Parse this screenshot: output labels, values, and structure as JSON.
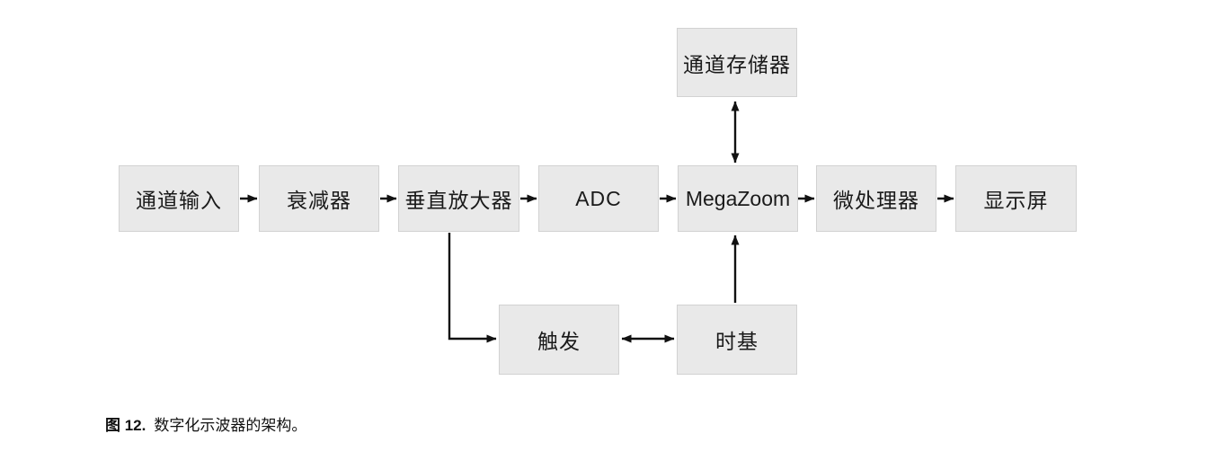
{
  "figure": {
    "caption_label": "图 12.",
    "caption_text": "数字化示波器的架构。"
  },
  "nodes": {
    "channel_input": {
      "label": "通道输入"
    },
    "attenuator": {
      "label": "衰减器"
    },
    "vertical_amplifier": {
      "label": "垂直放大器"
    },
    "adc": {
      "label": "ADC"
    },
    "megazoom": {
      "label": "MegaZoom"
    },
    "microprocessor": {
      "label": "微处理器"
    },
    "display": {
      "label": "显示屏"
    },
    "channel_memory": {
      "label": "通道存储器"
    },
    "trigger": {
      "label": "触发"
    },
    "timebase": {
      "label": "时基"
    }
  },
  "edges": [
    {
      "from": "channel_input",
      "to": "attenuator",
      "type": "arrow"
    },
    {
      "from": "attenuator",
      "to": "vertical_amplifier",
      "type": "arrow"
    },
    {
      "from": "vertical_amplifier",
      "to": "adc",
      "type": "arrow"
    },
    {
      "from": "adc",
      "to": "megazoom",
      "type": "arrow"
    },
    {
      "from": "megazoom",
      "to": "microprocessor",
      "type": "arrow"
    },
    {
      "from": "microprocessor",
      "to": "display",
      "type": "arrow"
    },
    {
      "from": "channel_memory",
      "to": "megazoom",
      "type": "double-arrow"
    },
    {
      "from": "timebase",
      "to": "megazoom",
      "type": "arrow"
    },
    {
      "from": "vertical_amplifier",
      "to": "trigger",
      "type": "elbow-arrow"
    },
    {
      "from": "trigger",
      "to": "timebase",
      "type": "double-arrow"
    }
  ],
  "colors": {
    "box_fill": "#e9e9e9",
    "box_border": "#d2d2d2",
    "connector": "#111111",
    "text": "#1a1a1a"
  }
}
